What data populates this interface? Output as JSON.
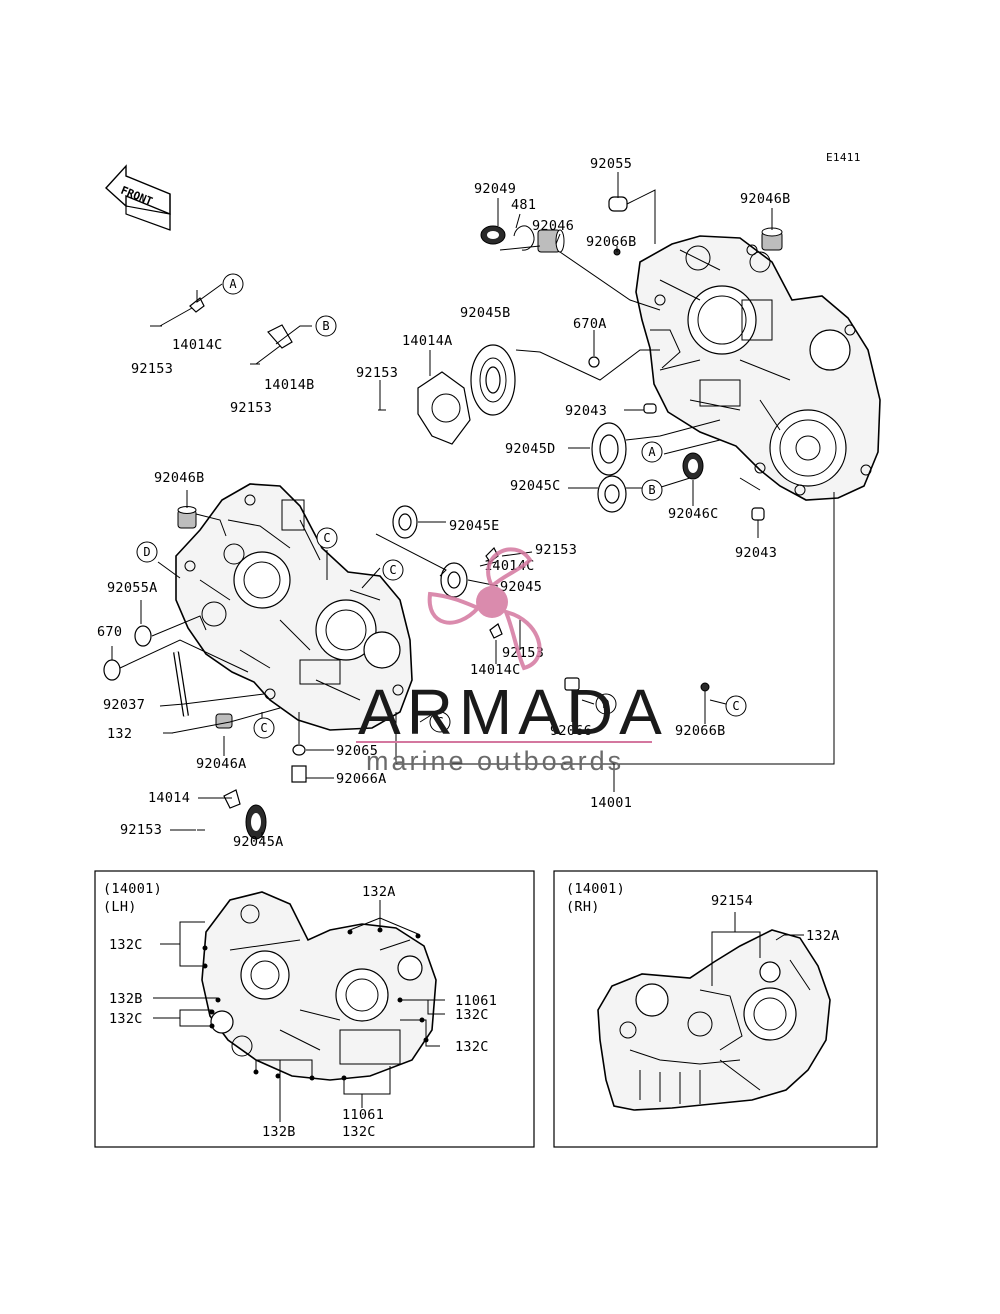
{
  "diagram_code": "E1411",
  "front_label": "FRONT",
  "labels": {
    "p92055": "92055",
    "p92049": "92049",
    "p481": "481",
    "p92046": "92046",
    "p92066B_top": "92066B",
    "p92046B_top": "92046B",
    "pA_top": "A",
    "p14014C_top": "14014C",
    "p92153_top1": "92153",
    "pB_top": "B",
    "p14014B": "14014B",
    "p92153_top2": "92153",
    "p92045B": "92045B",
    "p670A": "670A",
    "p14014A": "14014A",
    "p92153_mid": "92153",
    "p92043_a": "92043",
    "p92045D": "92045D",
    "pA_mid": "A",
    "p92045C": "92045C",
    "pB_mid": "B",
    "p92046C": "92046C",
    "p92043_b": "92043",
    "p92046B_left": "92046B",
    "pC_1": "C",
    "pD_left": "D",
    "p92045E": "92045E",
    "p92153_r1": "92153",
    "p14014C_r1": "14014C",
    "pC_2": "C",
    "p92055A": "92055A",
    "p92045": "92045",
    "p670": "670",
    "p92153_r2": "92153",
    "p14014C_r2": "14014C",
    "p92037": "92037",
    "pD_mid": "D",
    "pC_3": "C",
    "p132": "132",
    "p92046A": "92046A",
    "pC_4": "C",
    "p92065": "92065",
    "p92066": "92066",
    "p92066B_right": "92066B",
    "pC_5": "C",
    "p92066A": "92066A",
    "p14014": "14014",
    "p14001": "14001",
    "p92153_bot": "92153",
    "p92045A": "92045A"
  },
  "inset_lh": {
    "part": "(14001)",
    "side": "(LH)",
    "labels": {
      "a132A": "132A",
      "a132C_1": "132C",
      "a132B_1": "132B",
      "a132C_2": "132C",
      "a11061_1": "11061",
      "a132C_3": "132C",
      "a132C_4": "132C",
      "a11061_2": "11061",
      "a132B_2": "132B",
      "a132C_5": "132C"
    }
  },
  "inset_rh": {
    "part": "(14001)",
    "side": "(RH)",
    "labels": {
      "b92154": "92154",
      "b132A": "132A"
    }
  },
  "watermark": {
    "brand": "ARMADA",
    "tagline": "marine outboards",
    "accent_color": "#d4779f"
  }
}
